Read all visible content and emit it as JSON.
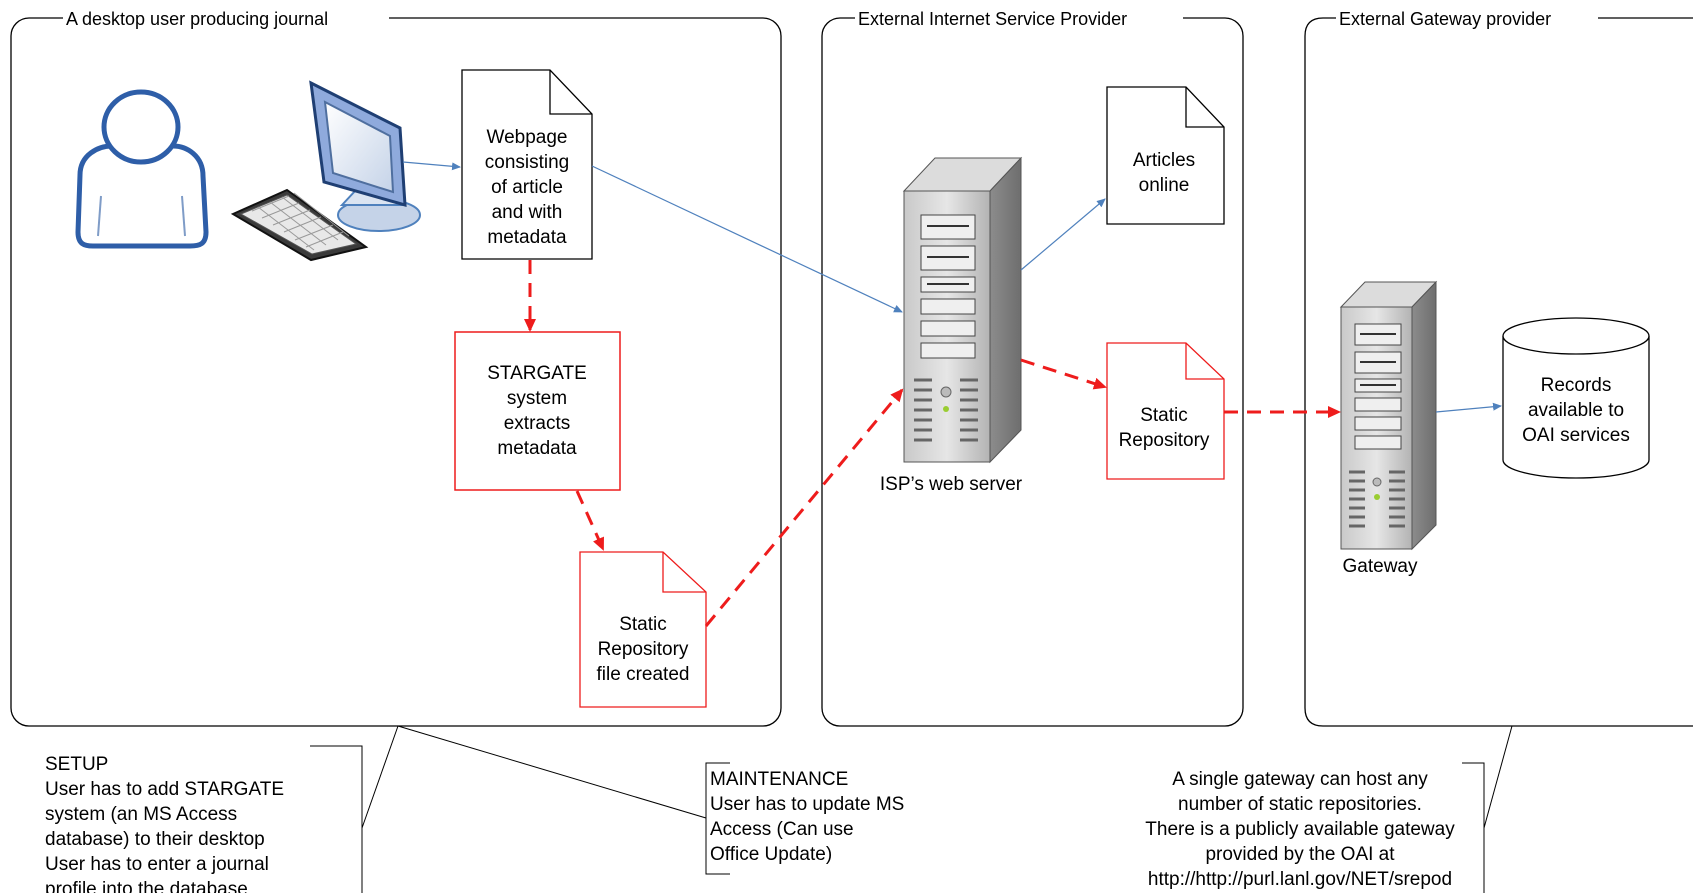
{
  "groups": {
    "desktop": "A desktop user producing journal",
    "isp": "External Internet Service Provider",
    "gateway_provider": "External Gateway provider"
  },
  "nodes": {
    "webpage": [
      "Webpage",
      "consisting",
      "of article",
      "and  with",
      "metadata"
    ],
    "stargate": [
      "STARGATE",
      "system",
      "extracts",
      "metadata"
    ],
    "static_file": [
      "Static",
      "Repository",
      "file created"
    ],
    "articles": [
      "Articles",
      "online"
    ],
    "static_repo": [
      "Static",
      "Repository"
    ],
    "records": [
      "Records",
      "available to",
      "OAI services"
    ]
  },
  "labels": {
    "isp_server": "ISP’s web server",
    "gateway": "Gateway"
  },
  "notes": {
    "setup": [
      "SETUP",
      "User has to add STARGATE",
      "system (an MS Access",
      "database) to their desktop",
      "User has to enter a journal",
      "profile into the database"
    ],
    "maintenance": [
      "MAINTENANCE",
      "User has to update MS",
      "Access (Can use",
      "Office Update)"
    ],
    "gateway_note": [
      "A single gateway can host any",
      "number of static repositories.",
      "There is a publicly available gateway",
      "provided by the OAI at",
      "http://http://purl.lanl.gov/NET/srepod"
    ]
  },
  "colors": {
    "flow_red": "#ee1c1c",
    "link_blue": "#4f81bd",
    "person_outline": "#2e5ea8",
    "server_grey": "#a6a6a6"
  }
}
